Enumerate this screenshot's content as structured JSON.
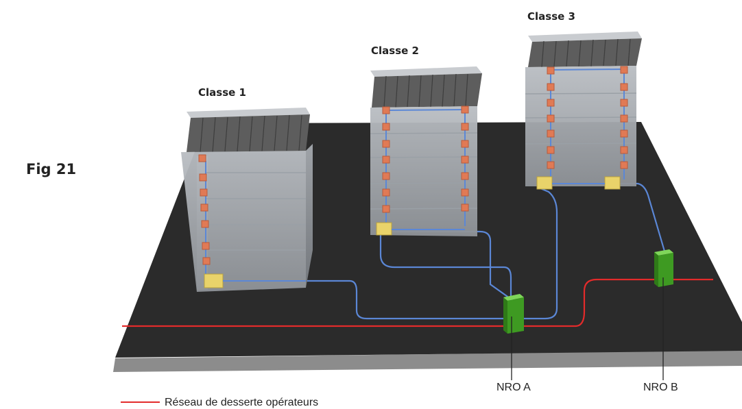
{
  "figure": {
    "label": "Fig 21"
  },
  "buildings": [
    {
      "label": "Classe 1"
    },
    {
      "label": "Classe 2"
    },
    {
      "label": "Classe 3"
    }
  ],
  "nodes": [
    {
      "label": "NRO A"
    },
    {
      "label": "NRO B"
    }
  ],
  "legend": {
    "items": [
      {
        "label": "Réseau de desserte opérateurs",
        "color": "#e32b2b"
      }
    ]
  },
  "colors": {
    "ground": "#2b2b2b",
    "ground_edge": "#8c8c8c",
    "building": "#a7abb0",
    "roof": "#5d5d5d",
    "fiber": "#5b87d6",
    "operator_network": "#e32b2b",
    "node": "#4fb82e",
    "box": "#e9d36a",
    "outlet": "#e07a55"
  }
}
